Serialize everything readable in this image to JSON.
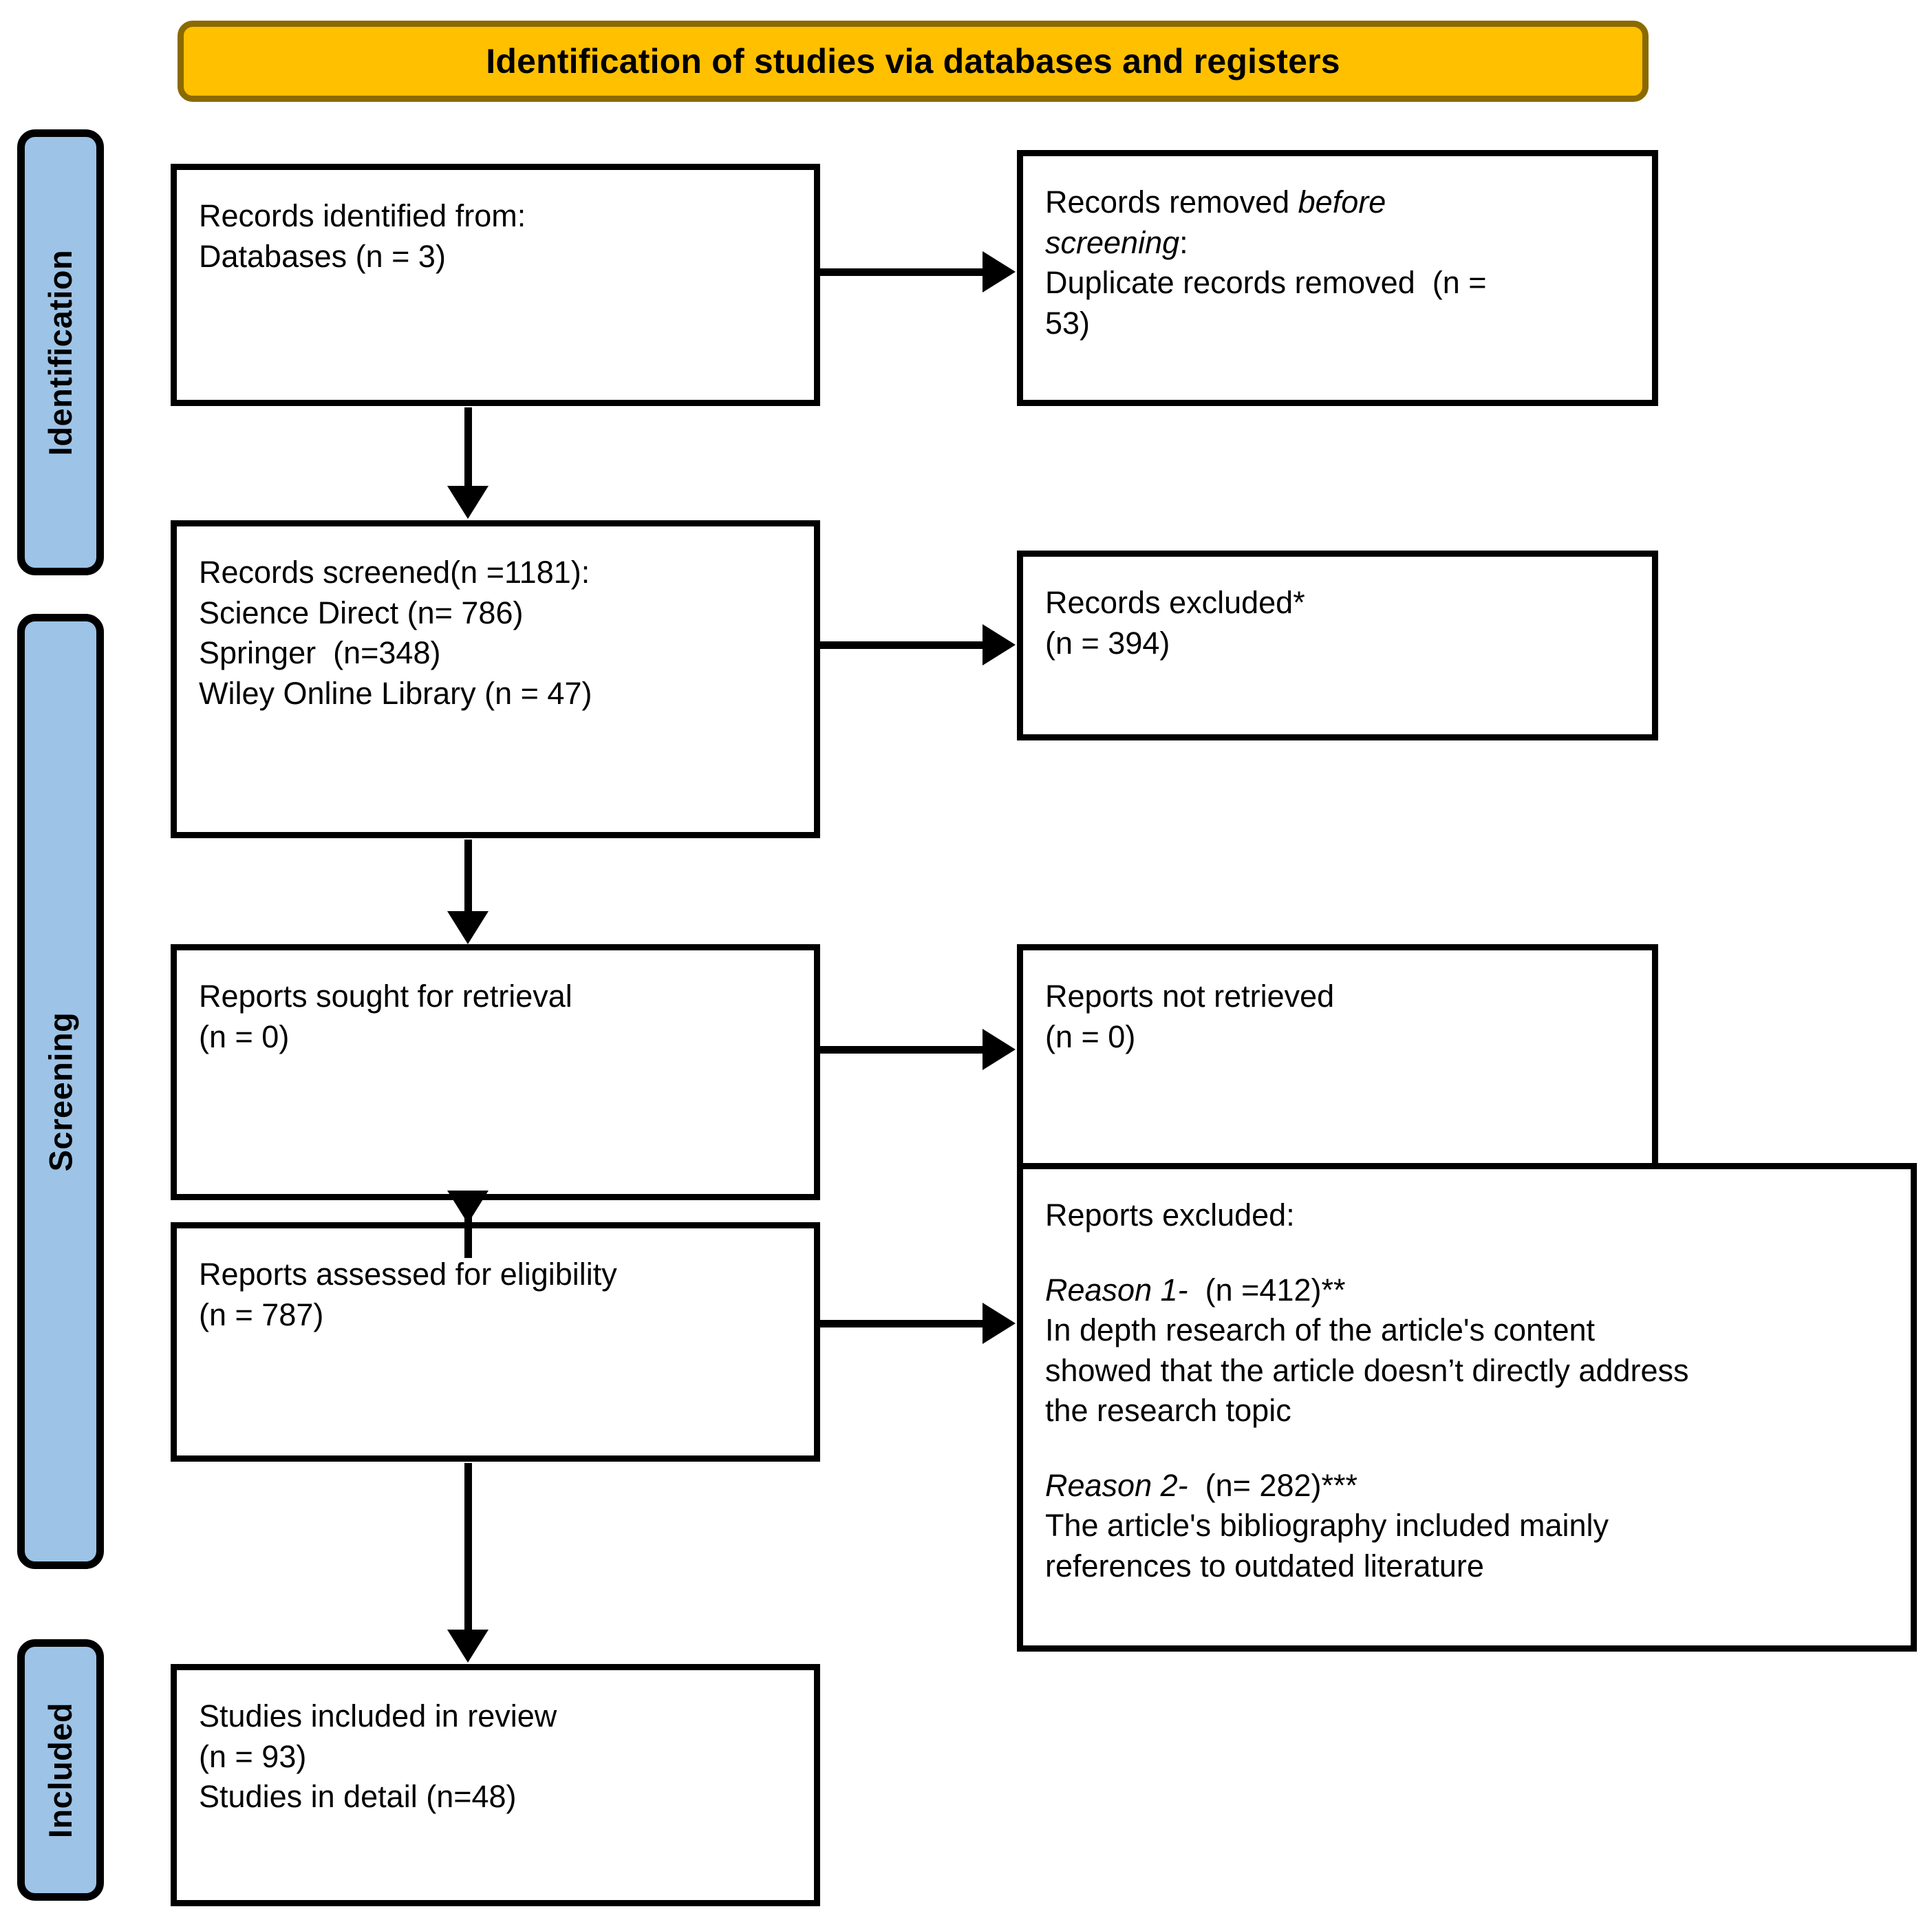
{
  "banner": {
    "title": "Identification of studies via databases and registers"
  },
  "colors": {
    "banner_fill": "#FFC000",
    "banner_border": "#8a6a00",
    "stage_fill": "#9DC3E6",
    "box_border": "#000000",
    "box_fill": "#FFFFFF",
    "text": "#000000"
  },
  "stages": [
    {
      "id": "identification",
      "label": "Identification"
    },
    {
      "id": "screening",
      "label": "Screening"
    },
    {
      "id": "included",
      "label": "Included"
    }
  ],
  "boxes": {
    "identified": {
      "line1": "Records identified from:",
      "line2": "Databases (n = 3)"
    },
    "removed": {
      "line1_prefix": "Records removed ",
      "line1_italic": "before",
      "line2_italic": "screening",
      "line2_suffix": ":",
      "line3": "Duplicate records removed  (n =",
      "line4": "53)"
    },
    "screened": {
      "line1": "Records screened(n =1181):",
      "line2": "Science Direct (n= 786)",
      "line3": "Springer  (n=348)",
      "line4": "Wiley Online Library (n = 47)"
    },
    "records_excluded": {
      "line1": "Records excluded*",
      "line2": "(n = 394)"
    },
    "sought": {
      "line1": "Reports sought for retrieval",
      "line2": "(n = 0)"
    },
    "not_retrieved": {
      "line1": "Reports not retrieved",
      "line2": "(n = 0)"
    },
    "assessed": {
      "line1": "Reports assessed for eligibility",
      "line2": "(n = 787)"
    },
    "reports_excluded": {
      "heading": "Reports excluded:",
      "reason1_italic": "Reason 1-",
      "reason1_count": "  (n =412)**",
      "reason1_text_line1": "In depth research of the article's content",
      "reason1_text_line2": "showed that the article doesn’t directly address",
      "reason1_text_line3": "the research topic",
      "reason2_italic": "Reason 2-",
      "reason2_count": "  (n= 282)***",
      "reason2_text_line1": "The article's bibliography included mainly",
      "reason2_text_line2": "references to outdated literature"
    },
    "included": {
      "line1": "Studies included in review",
      "line2": "(n = 93)",
      "line3": "Studies in detail (n=48)"
    }
  },
  "chart_data": {
    "type": "diagram",
    "title": "Identification of studies via databases and registers",
    "nodes": [
      {
        "id": "identified",
        "stage": "Identification",
        "label": "Records identified from: Databases",
        "n": 3
      },
      {
        "id": "removed",
        "stage": "Identification",
        "label": "Records removed before screening: Duplicate records removed",
        "n": 53
      },
      {
        "id": "screened",
        "stage": "Screening",
        "label": "Records screened",
        "n": 1181,
        "breakdown": [
          {
            "source": "Science Direct",
            "n": 786
          },
          {
            "source": "Springer",
            "n": 348
          },
          {
            "source": "Wiley Online Library",
            "n": 47
          }
        ]
      },
      {
        "id": "records_excluded",
        "stage": "Screening",
        "label": "Records excluded*",
        "n": 394
      },
      {
        "id": "sought",
        "stage": "Screening",
        "label": "Reports sought for retrieval",
        "n": 0
      },
      {
        "id": "not_retrieved",
        "stage": "Screening",
        "label": "Reports not retrieved",
        "n": 0
      },
      {
        "id": "assessed",
        "stage": "Screening",
        "label": "Reports assessed for eligibility",
        "n": 787
      },
      {
        "id": "reports_excluded",
        "stage": "Screening",
        "label": "Reports excluded",
        "reasons": [
          {
            "name": "Reason 1",
            "n": 412,
            "note": "**",
            "text": "In depth research of the article's content showed that the article doesn’t directly address the research topic"
          },
          {
            "name": "Reason 2",
            "n": 282,
            "note": "***",
            "text": "The article's bibliography included mainly references to outdated literature"
          }
        ]
      },
      {
        "id": "included",
        "stage": "Included",
        "label": "Studies included in review",
        "n": 93,
        "extra": {
          "label": "Studies in detail",
          "n": 48
        }
      }
    ],
    "edges": [
      {
        "from": "identified",
        "to": "removed",
        "direction": "right"
      },
      {
        "from": "identified",
        "to": "screened",
        "direction": "down"
      },
      {
        "from": "screened",
        "to": "records_excluded",
        "direction": "right"
      },
      {
        "from": "screened",
        "to": "sought",
        "direction": "down"
      },
      {
        "from": "sought",
        "to": "not_retrieved",
        "direction": "right"
      },
      {
        "from": "sought",
        "to": "assessed",
        "direction": "down"
      },
      {
        "from": "assessed",
        "to": "reports_excluded",
        "direction": "right"
      },
      {
        "from": "assessed",
        "to": "included",
        "direction": "down"
      }
    ]
  }
}
